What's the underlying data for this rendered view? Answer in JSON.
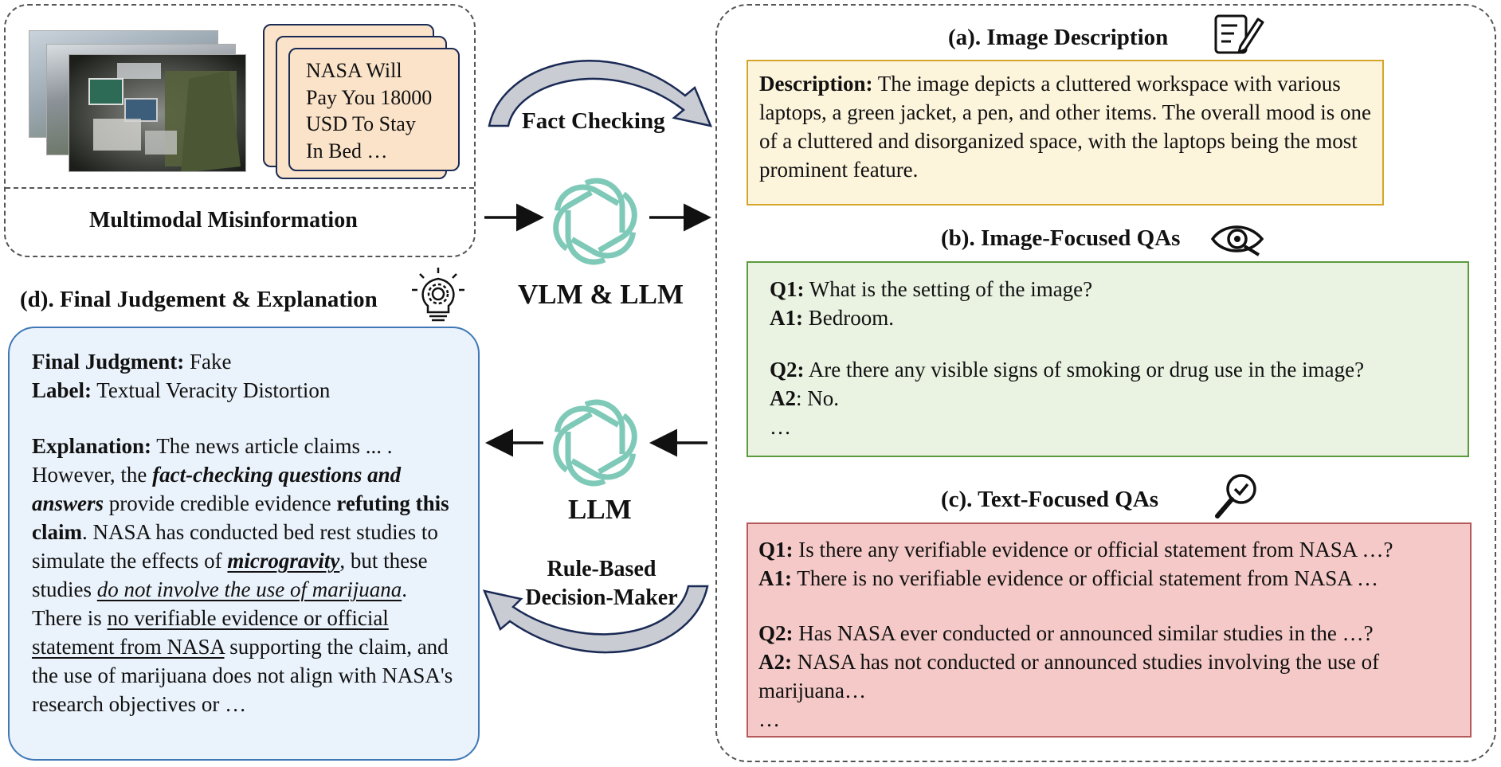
{
  "input": {
    "section_label": "Multimodal Misinformation",
    "claim_lines": [
      "NASA Will",
      "Pay You 18000",
      "USD To Stay",
      "In Bed …"
    ]
  },
  "flow": {
    "fact_checking": "Fact Checking",
    "vlm_llm": "VLM & LLM",
    "llm": "LLM",
    "rule_based_1": "Rule-Based",
    "rule_based_2": "Decision-Maker"
  },
  "image_description": {
    "title": "(a). Image Description",
    "label": "Description:",
    "text": " The image depicts a cluttered workspace with various laptops, a green jacket, a pen, and other items. The overall mood is one of a cluttered and disorganized space, with the laptops being the most prominent feature."
  },
  "image_qas": {
    "title": "(b). Image-Focused QAs",
    "q1_label": "Q1:",
    "q1": " What is the setting of the image?",
    "a1_label": "A1:",
    "a1": " Bedroom.",
    "q2_label": "Q2:",
    "q2": " Are there any visible signs of smoking or drug use in the image?",
    "a2_label": "A2",
    "a2": ": No.",
    "ellipsis": "…"
  },
  "text_qas": {
    "title": "(c). Text-Focused QAs",
    "q1_label": "Q1:",
    "q1": " Is there any verifiable evidence or official statement from NASA …?",
    "a1_label": "A1:",
    "a1": " There is no verifiable evidence or official statement from NASA …",
    "q2_label": "Q2:",
    "q2": " Has NASA ever conducted or announced similar studies in the …?",
    "a2_label": "A2:",
    "a2": " NASA has not conducted or announced studies involving the use of marijuana…",
    "ellipsis": "…"
  },
  "final": {
    "title": "(d). Final Judgement & Explanation",
    "judgment_label": "Final Judgment:",
    "judgment_value": " Fake",
    "label_label": "Label:",
    "label_value": " Textual Veracity Distortion",
    "expl_label": "Explanation:",
    "expl_1": " The news article claims ... . However, the ",
    "expl_2": "fact-checking questions and answers",
    "expl_3": " provide credible evidence ",
    "expl_4": "refuting this claim",
    "expl_5": ". NASA has conducted bed rest studies to simulate the effects of ",
    "expl_6": "microgravity",
    "expl_7": ", but these studies ",
    "expl_8": "do not involve the use of marijuana",
    "expl_9": ". There is ",
    "expl_10": "no verifiable evidence or official statement from NASA",
    "expl_11": " supporting the claim, and the use of marijuana does not align with NASA's research objectives or …"
  },
  "colors": {
    "desc_bg": "#fdf4dc",
    "desc_border": "#d4a52a",
    "img_qa_bg": "#eaf3e2",
    "img_qa_border": "#5c9a3c",
    "text_qa_bg": "#f4c9c7",
    "text_qa_border": "#b55a5a",
    "final_bg": "#eaf2fb",
    "final_border": "#3f78b5",
    "llm_icon": "#7fc9b8",
    "claim_bg": "#fbe3c9"
  },
  "icons": [
    "edit-document-icon",
    "eye-search-icon",
    "magnifier-check-icon",
    "lightbulb-gear-icon",
    "llm-knot-icon"
  ]
}
